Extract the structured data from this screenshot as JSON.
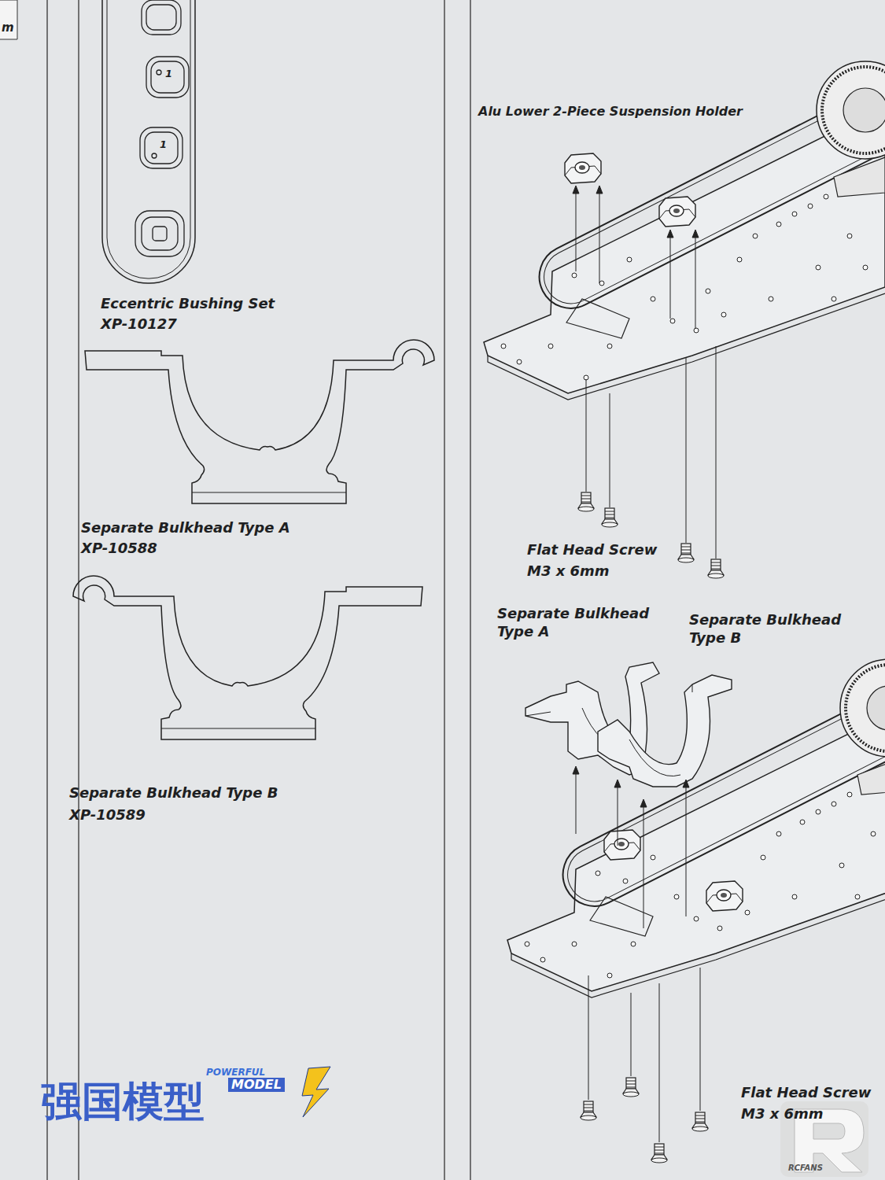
{
  "diagram": {
    "labels": [
      "m",
      "1",
      "1",
      "Eccentric Bushing Set",
      "XP-10127",
      "Separate Bulkhead Type A",
      "XP-10588",
      "Separate Bulkhead Type B",
      "XP-10589",
      "Alu Lower 2-Piece Suspension Holder",
      "Flat Head Screw",
      "M3 x 6mm",
      "Separate Bulkhead Type A",
      "Separate Bulkhead Type B",
      "Flat Head Screw",
      "M3 x 6mm",
      "POWERFUL",
      "MODEL",
      "强国模型",
      "RCFANS"
    ]
  }
}
